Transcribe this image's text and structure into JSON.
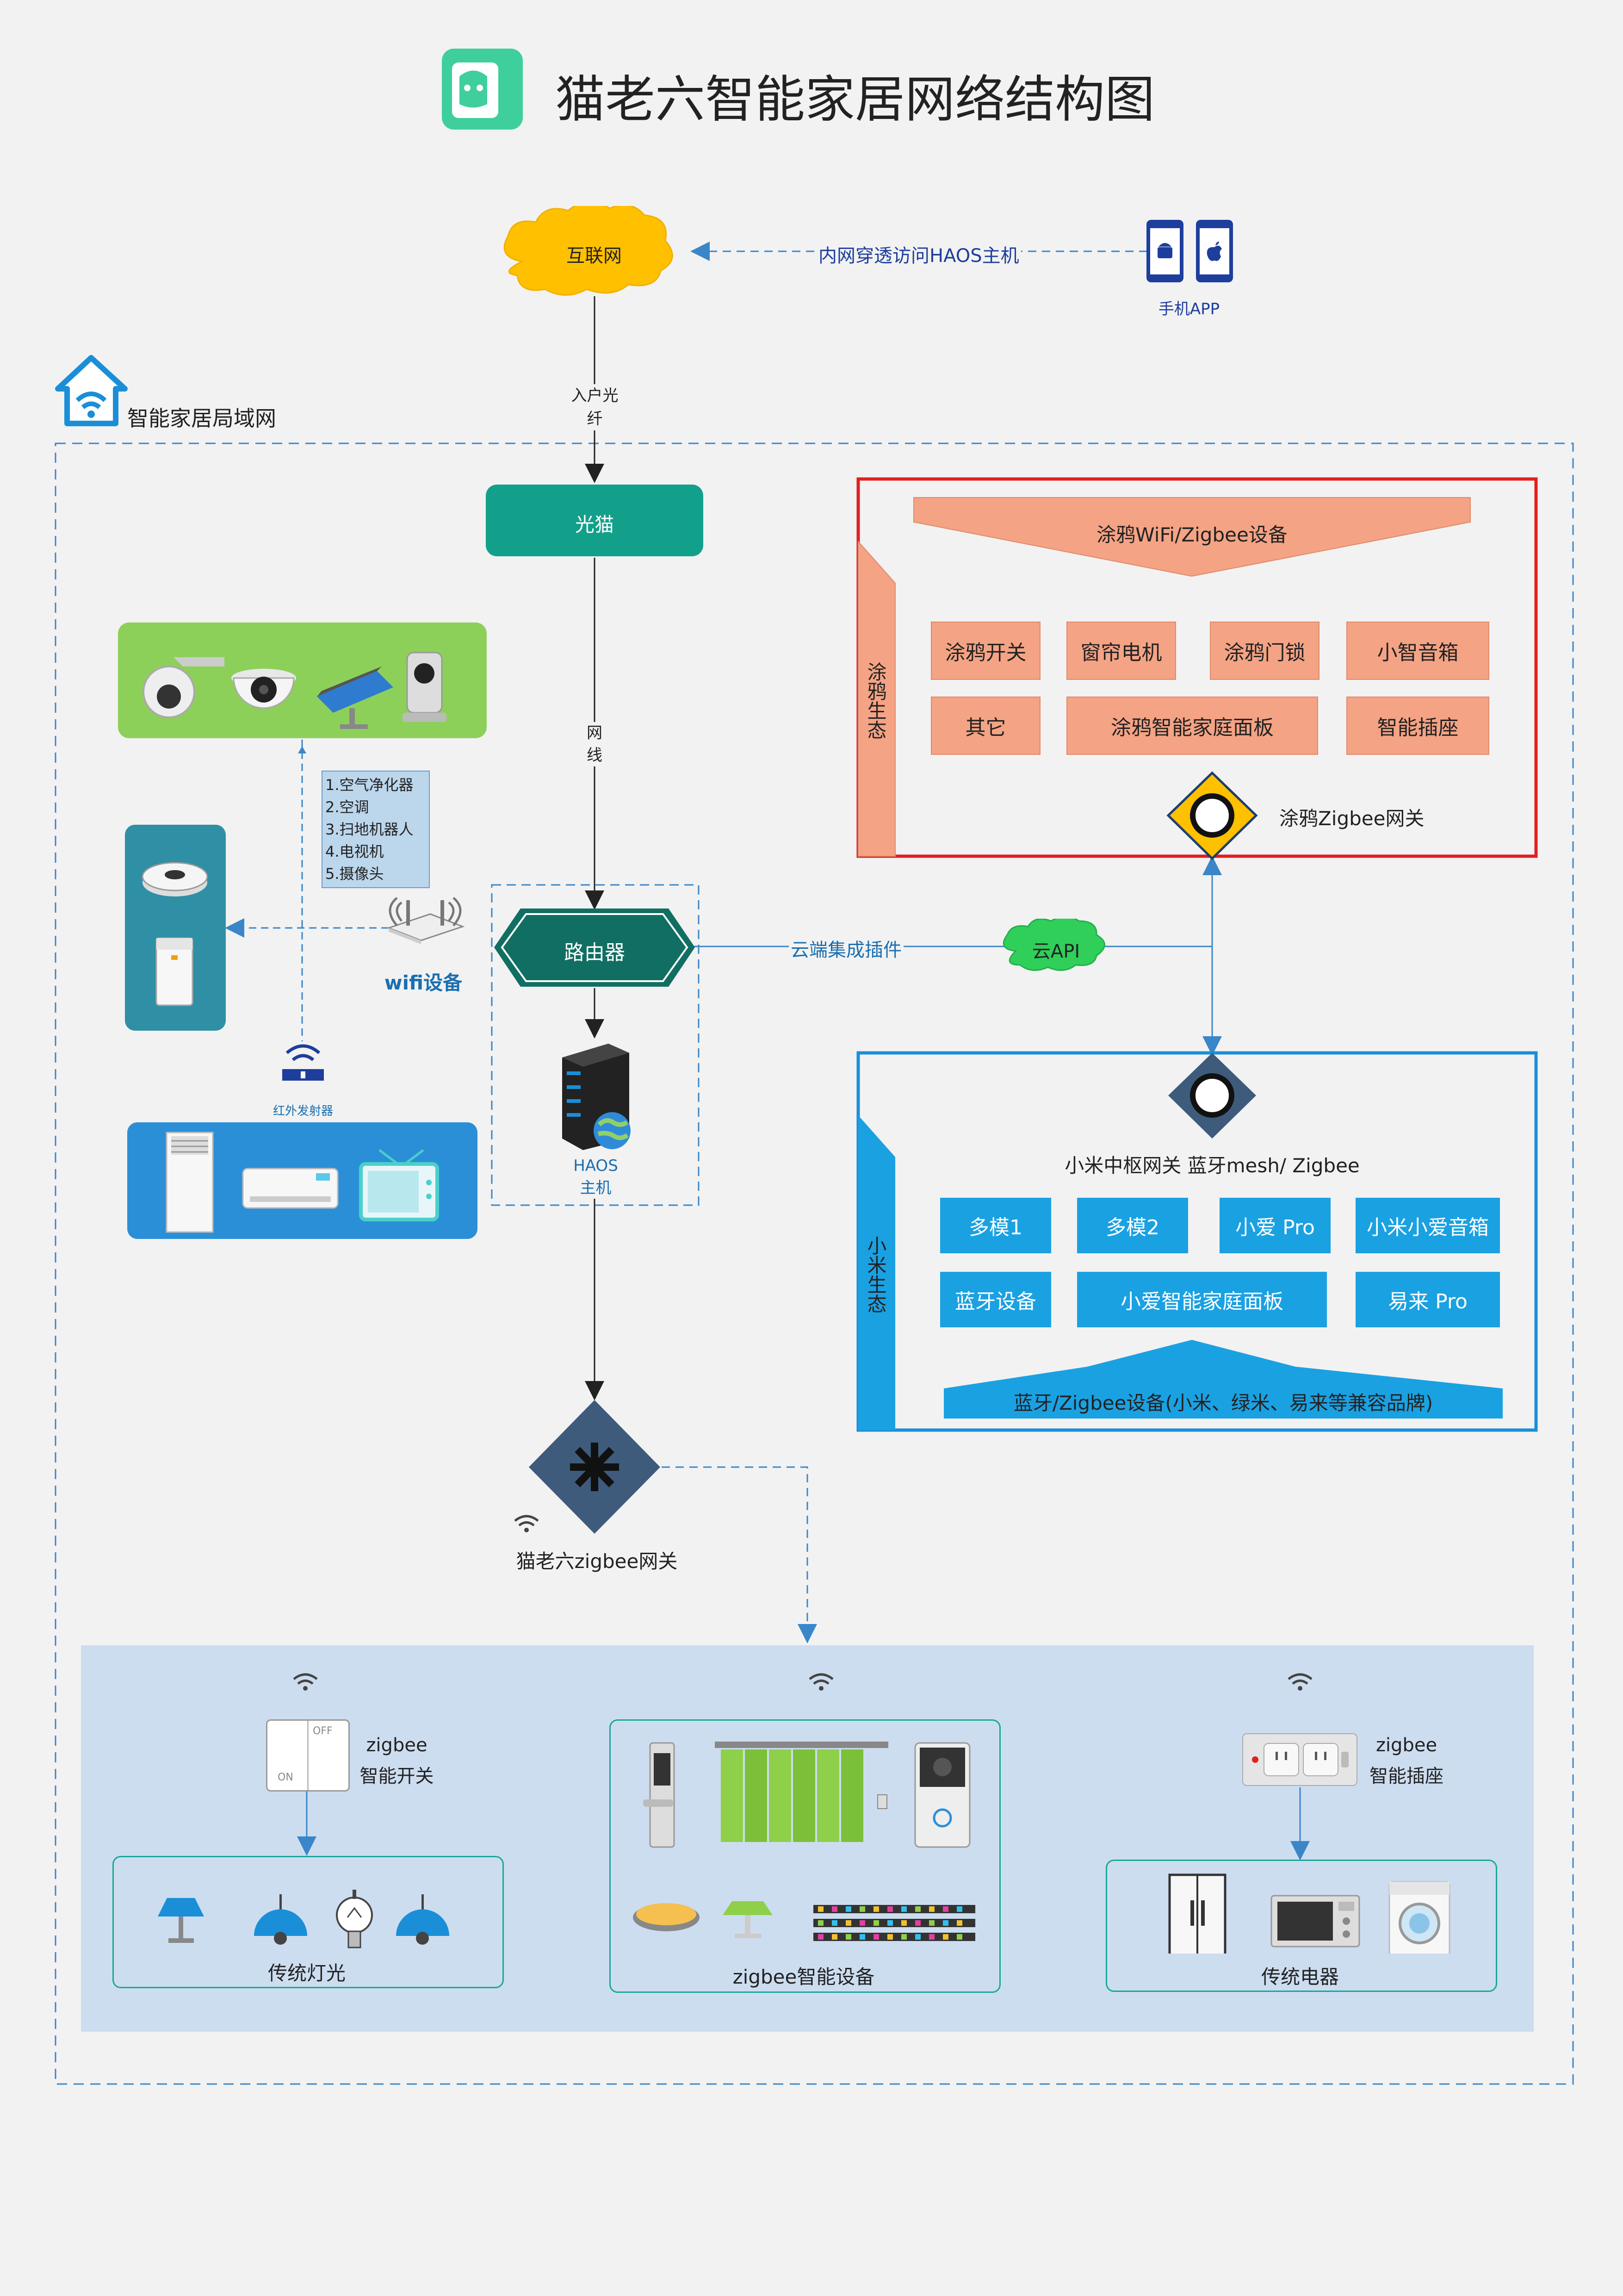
{
  "title": "猫老六智能家居网络结构图",
  "internet": {
    "label": "互联网"
  },
  "phone": {
    "label": "手机APP",
    "link_label": "内网穿透访问HAOS主机"
  },
  "fiber": {
    "label": "入户光纤"
  },
  "lan": {
    "label": "智能家居局域网"
  },
  "modem": {
    "label": "光猫"
  },
  "cable": {
    "label": "网线"
  },
  "router": {
    "label": "路由器"
  },
  "haos": {
    "label": "HAOS主机"
  },
  "cloud_plugin": {
    "label": "云端集成插件"
  },
  "cloud_api": {
    "label": "云API"
  },
  "wifi_device": {
    "label": "wifi设备",
    "list": [
      "1.空气净化器",
      "2.空调",
      "3.扫地机器人",
      "4.电视机",
      "5.摄像头"
    ]
  },
  "ir": {
    "label": "红外发射器"
  },
  "tuya": {
    "eco_label": "涂鸦生态",
    "banner": "涂鸦WiFi/Zigbee设备",
    "items": [
      "涂鸦开关",
      "窗帘电机",
      "涂鸦门锁",
      "小智音箱",
      "其它",
      "涂鸦智能家庭面板",
      "智能插座"
    ],
    "gateway": "涂鸦Zigbee网关"
  },
  "xiaomi": {
    "eco_label": "小米生态",
    "gateway": "小米中枢网关 蓝牙mesh/ Zigbee",
    "items": [
      "多模1",
      "多模2",
      "小爱 Pro",
      "小米小爱音箱",
      "蓝牙设备",
      "小爱智能家庭面板",
      "易来 Pro"
    ],
    "banner": "蓝牙/Zigbee设备(小米、绿米、易来等兼容品牌)"
  },
  "zigbee_gw": {
    "label": "猫老六zigbee网关"
  },
  "bottom": {
    "switch_label": [
      "zigbee",
      "智能开关"
    ],
    "switch_off": "OFF",
    "switch_on": "ON",
    "lights_label": "传统灯光",
    "devices_label": "zigbee智能设备",
    "socket_label": [
      "zigbee",
      "智能插座"
    ],
    "appliances_label": "传统电器"
  },
  "colors": {
    "teal": "#13a08a",
    "router": "#106f62",
    "tuya_border": "#e02020",
    "mi_border": "#1a8fd8",
    "mi_box": "#1aa1e2",
    "dash": "#3a86c8",
    "bottom_bg": "#cdddf0"
  }
}
